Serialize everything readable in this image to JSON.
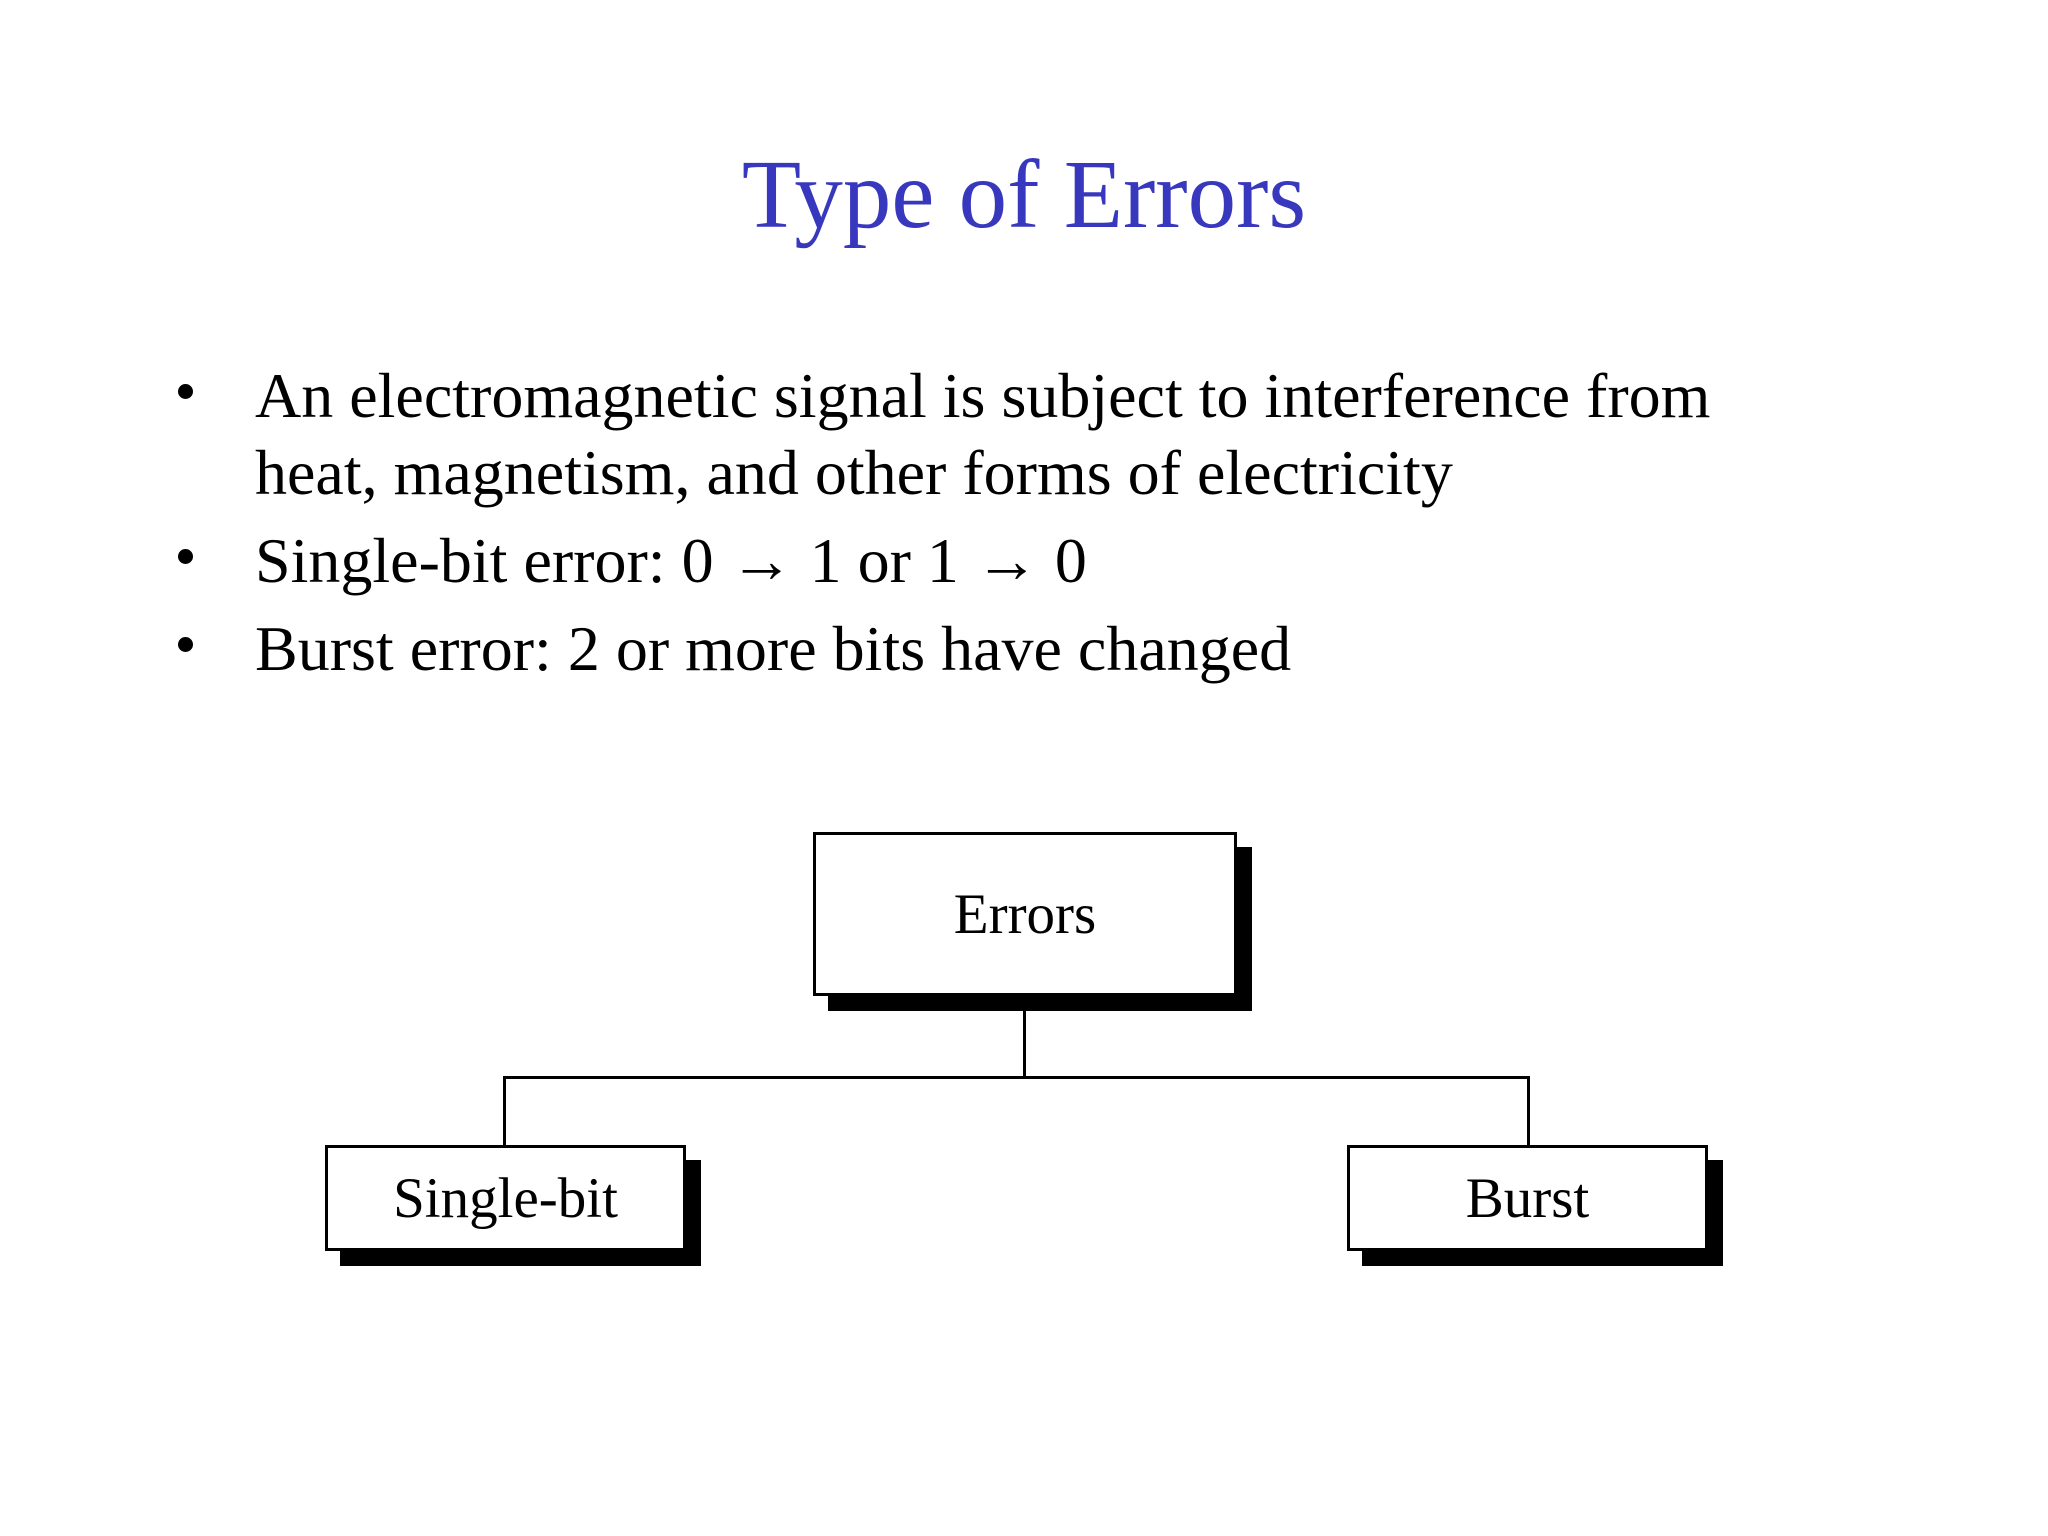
{
  "slide": {
    "title": "Type of Errors",
    "bullets": [
      {
        "lines": [
          "An electromagnetic signal is subject to interference from",
          "heat, magnetism, and other forms of electricity"
        ]
      },
      {
        "lines": [
          "Single-bit error: 0 → 1 or 1 → 0"
        ]
      },
      {
        "lines": [
          "Burst error: 2 or more bits have changed"
        ]
      }
    ],
    "diagram": {
      "root": "Errors",
      "children": [
        "Single-bit",
        "Burst"
      ]
    },
    "colors": {
      "title_color": "#3838BE",
      "body_text_color": "#000000",
      "background_color": "#FFFFFF",
      "box_border_color": "#000000",
      "box_shadow_color": "#000000"
    }
  }
}
